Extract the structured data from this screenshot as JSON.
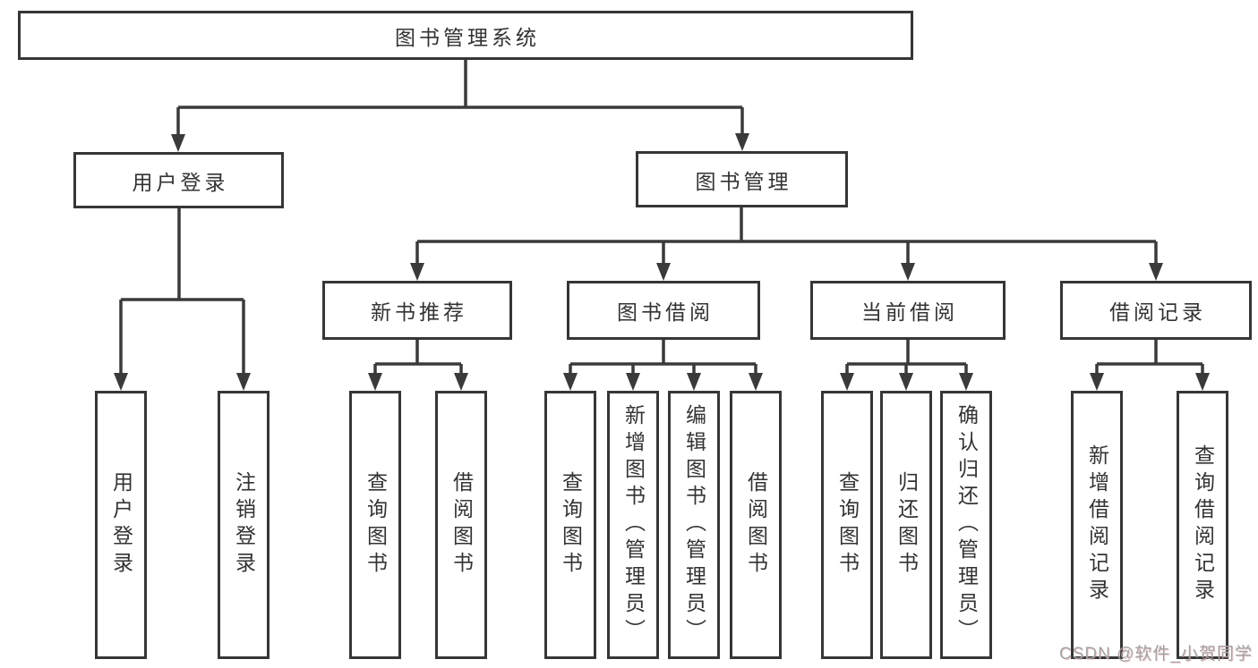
{
  "diagram": {
    "root_label": "图书管理系统",
    "login": {
      "label": "用户登录",
      "children": [
        "用户登录",
        "注销登录"
      ]
    },
    "management": {
      "label": "图书管理",
      "modules": [
        {
          "label": "新书推荐",
          "children": [
            "查询图书",
            "借阅图书"
          ]
        },
        {
          "label": "图书借阅",
          "children": [
            "查询图书",
            "新增图书（管理员）",
            "编辑图书（管理员）",
            "借阅图书"
          ]
        },
        {
          "label": "当前借阅",
          "children": [
            "查询图书",
            "归还图书",
            "确认归还（管理员）"
          ]
        },
        {
          "label": "借阅记录",
          "children": [
            "新增借阅记录",
            "查询借阅记录"
          ]
        }
      ]
    }
  },
  "watermark": {
    "text": "CSDN @软件_小贺同学"
  },
  "colors": {
    "connector_line": "#3a3a3a",
    "box_border": "#363636",
    "box_text": "#333333",
    "watermark_text": "#a3a3a3",
    "background": "#ffffff"
  }
}
